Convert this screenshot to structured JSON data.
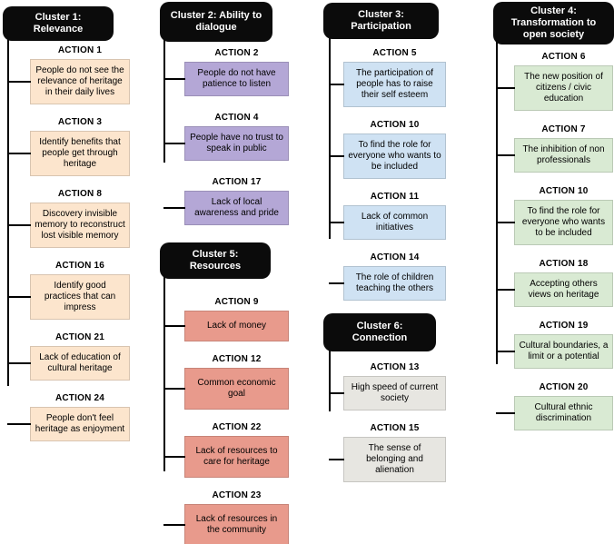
{
  "styles": {
    "canvas_bg": "#ffffff",
    "header_bg": "#0b0b0b",
    "header_text": "#ffffff",
    "line_color": "#000000"
  },
  "clusters": [
    {
      "title": "Cluster 1: Relevance",
      "color": "#fce5cd",
      "actions": [
        {
          "id": "ACTION 1",
          "text": "People do not see the relevance of heritage in their daily lives"
        },
        {
          "id": "ACTION 3",
          "text": "Identify benefits that people get through heritage"
        },
        {
          "id": "ACTION 8",
          "text": "Discovery invisible memory to reconstruct lost visible memory"
        },
        {
          "id": "ACTION 16",
          "text": "Identify good practices that can impress"
        },
        {
          "id": "ACTION 21",
          "text": "Lack of education of cultural heritage"
        },
        {
          "id": "ACTION 24",
          "text": "People don't feel heritage as enjoyment"
        }
      ]
    },
    {
      "title": "Cluster 2: Ability to dialogue",
      "color": "#b4a7d6",
      "actions": [
        {
          "id": "ACTION 2",
          "text": "People do not have patience to listen"
        },
        {
          "id": "ACTION 4",
          "text": "People have no trust to speak in public"
        },
        {
          "id": "ACTION 17",
          "text": "Lack of local awareness and pride"
        }
      ]
    },
    {
      "title": "Cluster 3: Participation",
      "color": "#cfe2f3",
      "actions": [
        {
          "id": "ACTION 5",
          "text": "The participation of people has to raise their self esteem"
        },
        {
          "id": "ACTION 10",
          "text": "To find the role for everyone who wants to be included"
        },
        {
          "id": "ACTION 11",
          "text": "Lack of common initiatives"
        },
        {
          "id": "ACTION 14",
          "text": "The role of children teaching the others"
        }
      ]
    },
    {
      "title": "Cluster 4: Transformation to open society",
      "color": "#d9ead3",
      "actions": [
        {
          "id": "ACTION 6",
          "text": "The new position of citizens / civic education"
        },
        {
          "id": "ACTION 7",
          "text": "The inhibition of non professionals"
        },
        {
          "id": "ACTION 10",
          "text": "To find the role for everyone who wants to be included"
        },
        {
          "id": "ACTION 18",
          "text": "Accepting others views on heritage"
        },
        {
          "id": "ACTION 19",
          "text": "Cultural boundaries, a limit or a potential"
        },
        {
          "id": "ACTION 20",
          "text": "Cultural ethnic discrimination"
        }
      ]
    },
    {
      "title": "Cluster 5: Resources",
      "color": "#e89a8c",
      "actions": [
        {
          "id": "ACTION 9",
          "text": "Lack of money"
        },
        {
          "id": "ACTION 12",
          "text": "Common economic goal"
        },
        {
          "id": "ACTION 22",
          "text": "Lack of resources to care for heritage"
        },
        {
          "id": "ACTION 23",
          "text": "Lack of resources in the community"
        }
      ]
    },
    {
      "title": "Cluster 6: Connection",
      "color": "#e7e6e1",
      "actions": [
        {
          "id": "ACTION 13",
          "text": "High speed of current society"
        },
        {
          "id": "ACTION 15",
          "text": "The sense of belonging and alienation"
        }
      ]
    }
  ]
}
